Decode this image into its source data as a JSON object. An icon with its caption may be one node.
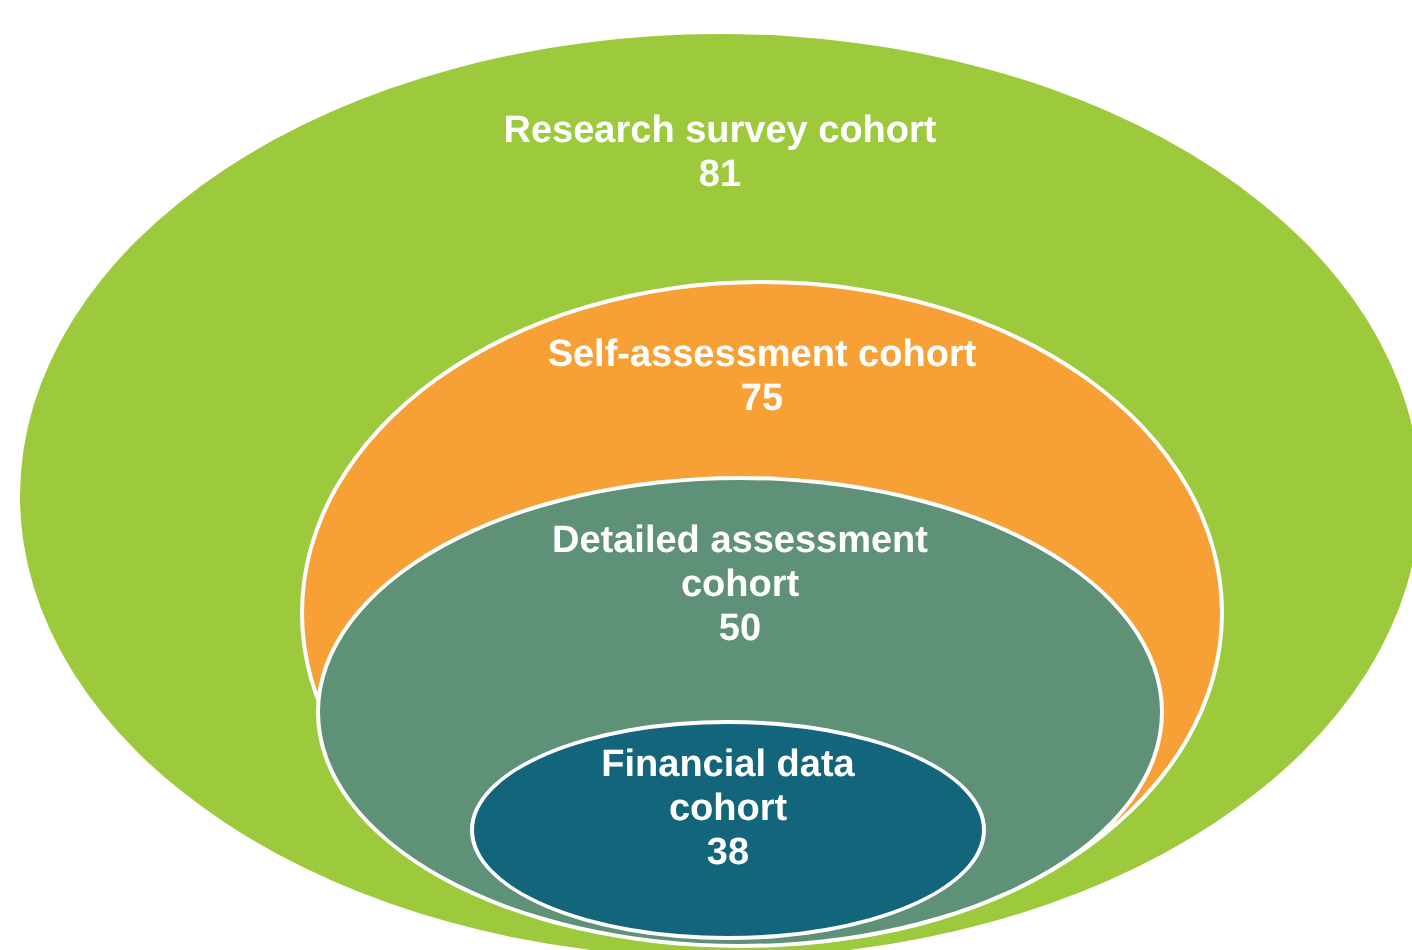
{
  "diagram": {
    "nodes": [
      {
        "text": [
          "Research survey cohort",
          "81"
        ]
      },
      {
        "text": [
          "Self-assessment cohort",
          "75"
        ],
        "in": 0
      },
      {
        "text": [
          "Detailed assessment cohort",
          "50"
        ],
        "in": 1
      },
      {
        "text": [
          "Financial data cohort",
          "38"
        ],
        "in": 2
      }
    ]
  }
}
